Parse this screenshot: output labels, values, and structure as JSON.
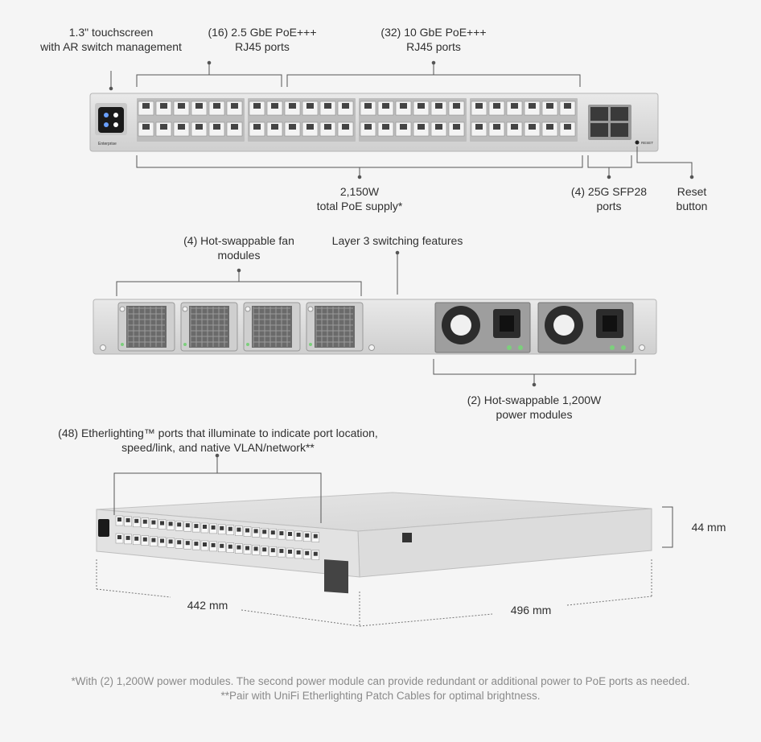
{
  "front_panel": {
    "touchscreen": [
      "1.3\" touchscreen",
      "with AR switch management"
    ],
    "ports_25": [
      "(16) 2.5 GbE PoE+++",
      "RJ45 ports"
    ],
    "ports_10": [
      "(32) 10 GbE PoE+++",
      "RJ45 ports"
    ],
    "poe_supply": [
      "2,150W",
      "total PoE supply*"
    ],
    "sfp28": [
      "(4) 25G SFP28",
      "ports"
    ],
    "reset": [
      "Reset",
      "button"
    ],
    "brand_label": "Enterprise",
    "reset_label": "RESET"
  },
  "rear_panel": {
    "fans": [
      "(4) Hot-swappable fan",
      "modules"
    ],
    "layer3": "Layer 3 switching features",
    "power": [
      "(2) Hot-swappable 1,200W",
      "power modules"
    ]
  },
  "iso_view": {
    "etherlighting": [
      "(48) Etherlighting™ ports that illuminate to indicate port location,",
      "speed/link, and native VLAN/network**"
    ],
    "height": "44 mm",
    "width": "442 mm",
    "depth": "496 mm"
  },
  "footnotes": [
    "*With (2) 1,200W power modules. The second power module can provide redundant or additional power to PoE ports as needed.",
    "**Pair with UniFi Etherlighting Patch Cables for optimal brightness."
  ],
  "colors": {
    "chassis": "#dcdcdc",
    "chassis_edge": "#b5b5b5",
    "port_dark": "#3a3a3a",
    "line": "#555555"
  }
}
